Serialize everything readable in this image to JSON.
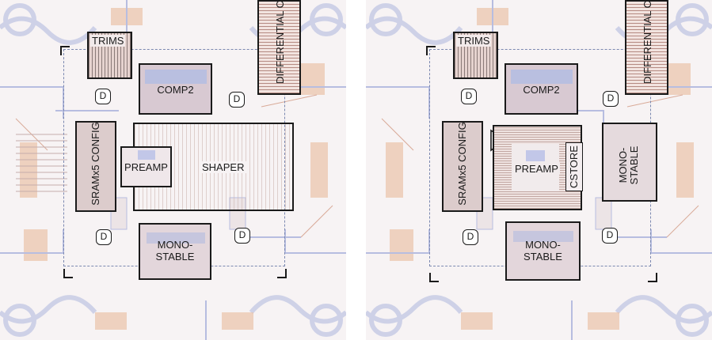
{
  "left_panel": {
    "trims": "TRIMS",
    "comp2": "COMP2",
    "differential_comparator": "DIFFERENTIAL COMPARATOR",
    "sram_config": "SRAMx5 CONFIG",
    "preamp": "PREAMP",
    "shaper": "SHAPER",
    "monostable": "MONO-\nSTABLE",
    "d_label": "D"
  },
  "right_panel": {
    "trims": "TRIMS",
    "comp2": "COMP2",
    "differential_comparator": "DIFFERENTIAL COMPARATOR",
    "sram_config": "SRAMx5 CONFIG",
    "preamp": "PREAMP",
    "cstore": "CSTORE",
    "monostable_right": "MONO-\nSTABLE",
    "monostable_bottom": "MONO-\nSTABLE",
    "d_label": "D"
  },
  "colors": {
    "background": "#f7f3f4",
    "trace_blue": "#a9b1d8",
    "pad_orange": "#e9c2a8",
    "outline": "#1a1a1a"
  }
}
